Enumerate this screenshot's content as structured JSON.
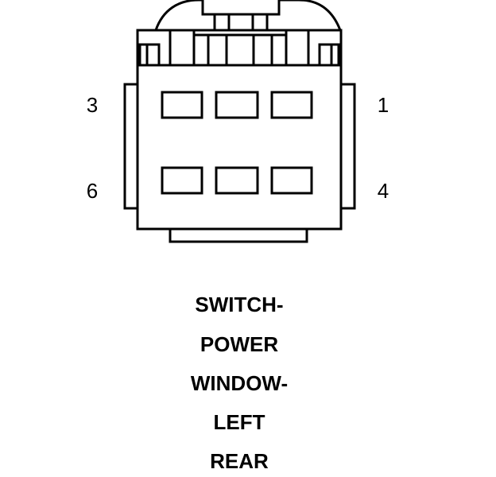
{
  "pin_labels": {
    "top_left": "3",
    "top_right": "1",
    "bottom_left": "6",
    "bottom_right": "4"
  },
  "caption": {
    "line1": "SWITCH-",
    "line2": "POWER",
    "line3": "WINDOW-",
    "line4": "LEFT",
    "line5": "REAR"
  },
  "colors": {
    "ink": "#000000",
    "background": "#ffffff"
  }
}
